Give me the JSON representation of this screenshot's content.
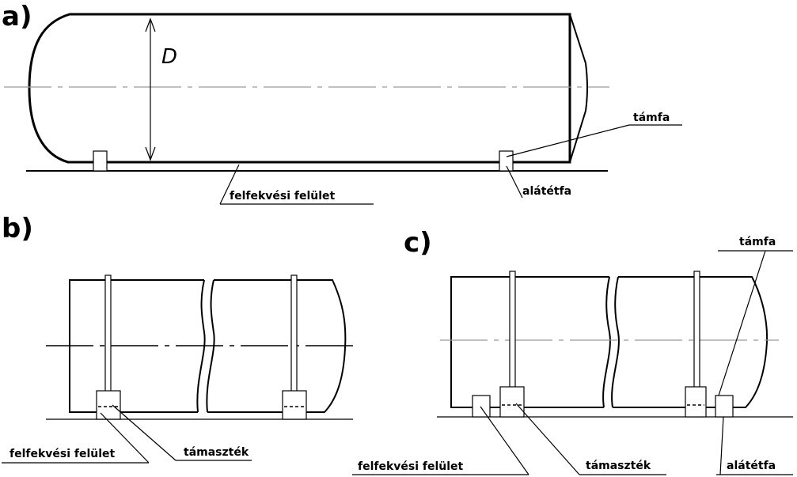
{
  "panels": {
    "a": {
      "letter": "a)",
      "dimension": "D",
      "label_tamfa": "támfa",
      "label_alatetfa": "alátétfa",
      "label_felfekvesi": "felfekvési felület"
    },
    "b": {
      "letter": "b)",
      "label_felfekvesi": "felfekvési felület",
      "label_tamaszek": "támaszték"
    },
    "c": {
      "letter": "c)",
      "label_tamfa": "támfa",
      "label_felfekvesi": "felfekvési felület",
      "label_tamaszek": "támaszték",
      "label_alatetfa": "alátétfa"
    }
  }
}
